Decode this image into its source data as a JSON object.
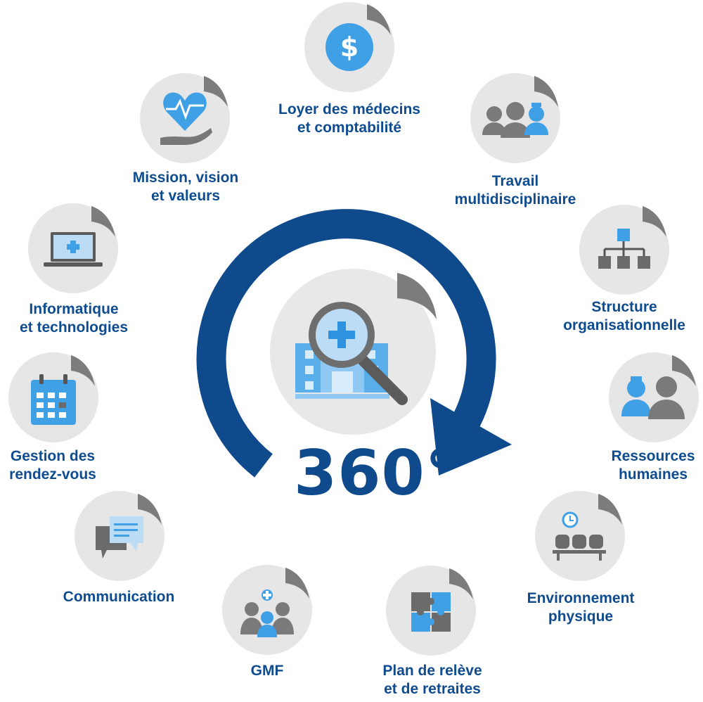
{
  "center": {
    "title": "360°"
  },
  "nodes": [
    {
      "id": "loyer",
      "icon": "dollar-icon",
      "lines": [
        "Loyer des médecins",
        "et comptabilité"
      ]
    },
    {
      "id": "mission",
      "icon": "heart-hand-icon",
      "lines": [
        "Mission, vision",
        "et valeurs"
      ]
    },
    {
      "id": "travail",
      "icon": "medical-team-icon",
      "lines": [
        "Travail",
        "multidisciplinaire"
      ]
    },
    {
      "id": "informatique",
      "icon": "laptop-icon",
      "lines": [
        "Informatique",
        "et technologies"
      ]
    },
    {
      "id": "structure",
      "icon": "org-chart-icon",
      "lines": [
        "Structure",
        "organisationnelle"
      ]
    },
    {
      "id": "rendezvous",
      "icon": "calendar-icon",
      "lines": [
        "Gestion des",
        "rendez-vous"
      ]
    },
    {
      "id": "rh",
      "icon": "nurse-doctor-icon",
      "lines": [
        "Ressources",
        "humaines"
      ]
    },
    {
      "id": "communication",
      "icon": "chat-bubbles-icon",
      "lines": [
        "Communication"
      ]
    },
    {
      "id": "environnement",
      "icon": "waiting-room-icon",
      "lines": [
        "Environnement",
        "physique"
      ]
    },
    {
      "id": "gmf",
      "icon": "family-group-icon",
      "lines": [
        "GMF"
      ]
    },
    {
      "id": "plan",
      "icon": "puzzle-icon",
      "lines": [
        "Plan de relève",
        "et de retraites"
      ]
    }
  ],
  "colors": {
    "navy": "#0e4a8c",
    "label": "#0f4c8f",
    "accent": "#3fa0e6",
    "circle": "#e6e6e6",
    "icon_gray": "#7d7d7d"
  }
}
